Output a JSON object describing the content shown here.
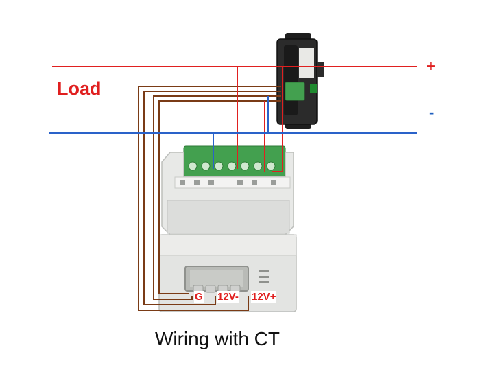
{
  "labels": {
    "load": "Load",
    "plus": "+",
    "minus": "-",
    "terminal_g": "G",
    "terminal_12v_minus": "12V-",
    "terminal_12v_plus": "12V+",
    "caption": "Wiring with CT"
  },
  "colors": {
    "positive_line": "#e02020",
    "negative_line": "#2a62c9",
    "signal_wire": "#7a3b16",
    "meter_body": "#e6e7e5",
    "terminal_block": "#3f9b4a",
    "ct_body": "#2a2a2a"
  }
}
